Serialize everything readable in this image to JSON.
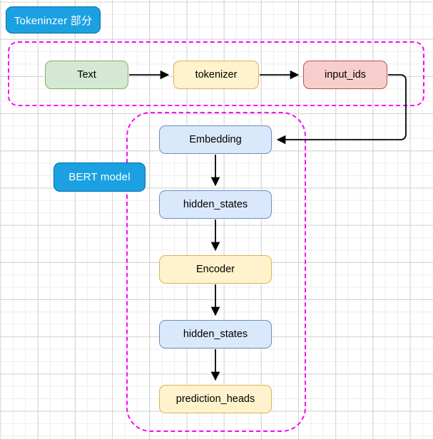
{
  "diagram": {
    "title": "BERT pipeline flowchart",
    "background": {
      "color": "#ffffff",
      "grid": "square-grid"
    },
    "groups": [
      {
        "id": "tokenizer-group",
        "label": "Tokeninzer 部分",
        "border_color": "#ff00ff",
        "border_style": "dashed"
      },
      {
        "id": "bert-group",
        "label": "BERT model",
        "border_color": "#ff00ff",
        "border_style": "dashed"
      }
    ],
    "chips": [
      {
        "id": "chip-tokenizer",
        "label": "Tokeninzer 部分",
        "fill": "#1ba1e2",
        "text_color": "#ffffff"
      },
      {
        "id": "chip-bert",
        "label": "BERT model",
        "fill": "#1ba1e2",
        "text_color": "#ffffff"
      }
    ],
    "nodes": [
      {
        "id": "text",
        "label": "Text",
        "fill": "#d5e8d4",
        "stroke": "#82b366"
      },
      {
        "id": "tokenizer",
        "label": "tokenizer",
        "fill": "#fff2cc",
        "stroke": "#d6b656"
      },
      {
        "id": "input_ids",
        "label": "input_ids",
        "fill": "#f8cecc",
        "stroke": "#b85450"
      },
      {
        "id": "embedding",
        "label": "Embedding",
        "fill": "#dae8fc",
        "stroke": "#6c8ebf"
      },
      {
        "id": "hidden_states_1",
        "label": "hidden_states",
        "fill": "#dae8fc",
        "stroke": "#6c8ebf"
      },
      {
        "id": "encoder",
        "label": "Encoder",
        "fill": "#fff2cc",
        "stroke": "#d6b656"
      },
      {
        "id": "hidden_states_2",
        "label": "hidden_states",
        "fill": "#dae8fc",
        "stroke": "#6c8ebf"
      },
      {
        "id": "prediction_heads",
        "label": "prediction_heads",
        "fill": "#fff2cc",
        "stroke": "#d6b656"
      }
    ],
    "edges": [
      {
        "id": "edge-text-tokenizer",
        "from": "text",
        "to": "tokenizer",
        "style": "straight-right"
      },
      {
        "id": "edge-tokenizer-input-ids",
        "from": "tokenizer",
        "to": "input_ids",
        "style": "straight-right"
      },
      {
        "id": "edge-input-ids-embedding",
        "from": "input_ids",
        "to": "embedding",
        "style": "orthogonal-loop"
      },
      {
        "id": "edge-embedding-hidden1",
        "from": "embedding",
        "to": "hidden_states_1",
        "style": "straight-down"
      },
      {
        "id": "edge-hidden1-encoder",
        "from": "hidden_states_1",
        "to": "encoder",
        "style": "straight-down"
      },
      {
        "id": "edge-encoder-hidden2",
        "from": "encoder",
        "to": "hidden_states_2",
        "style": "straight-down"
      },
      {
        "id": "edge-hidden2-prediction",
        "from": "hidden_states_2",
        "to": "prediction_heads",
        "style": "straight-down"
      }
    ],
    "colors": {
      "edge": "#000000",
      "group_border": "#ff00ff",
      "chip": "#1ba1e2"
    }
  }
}
